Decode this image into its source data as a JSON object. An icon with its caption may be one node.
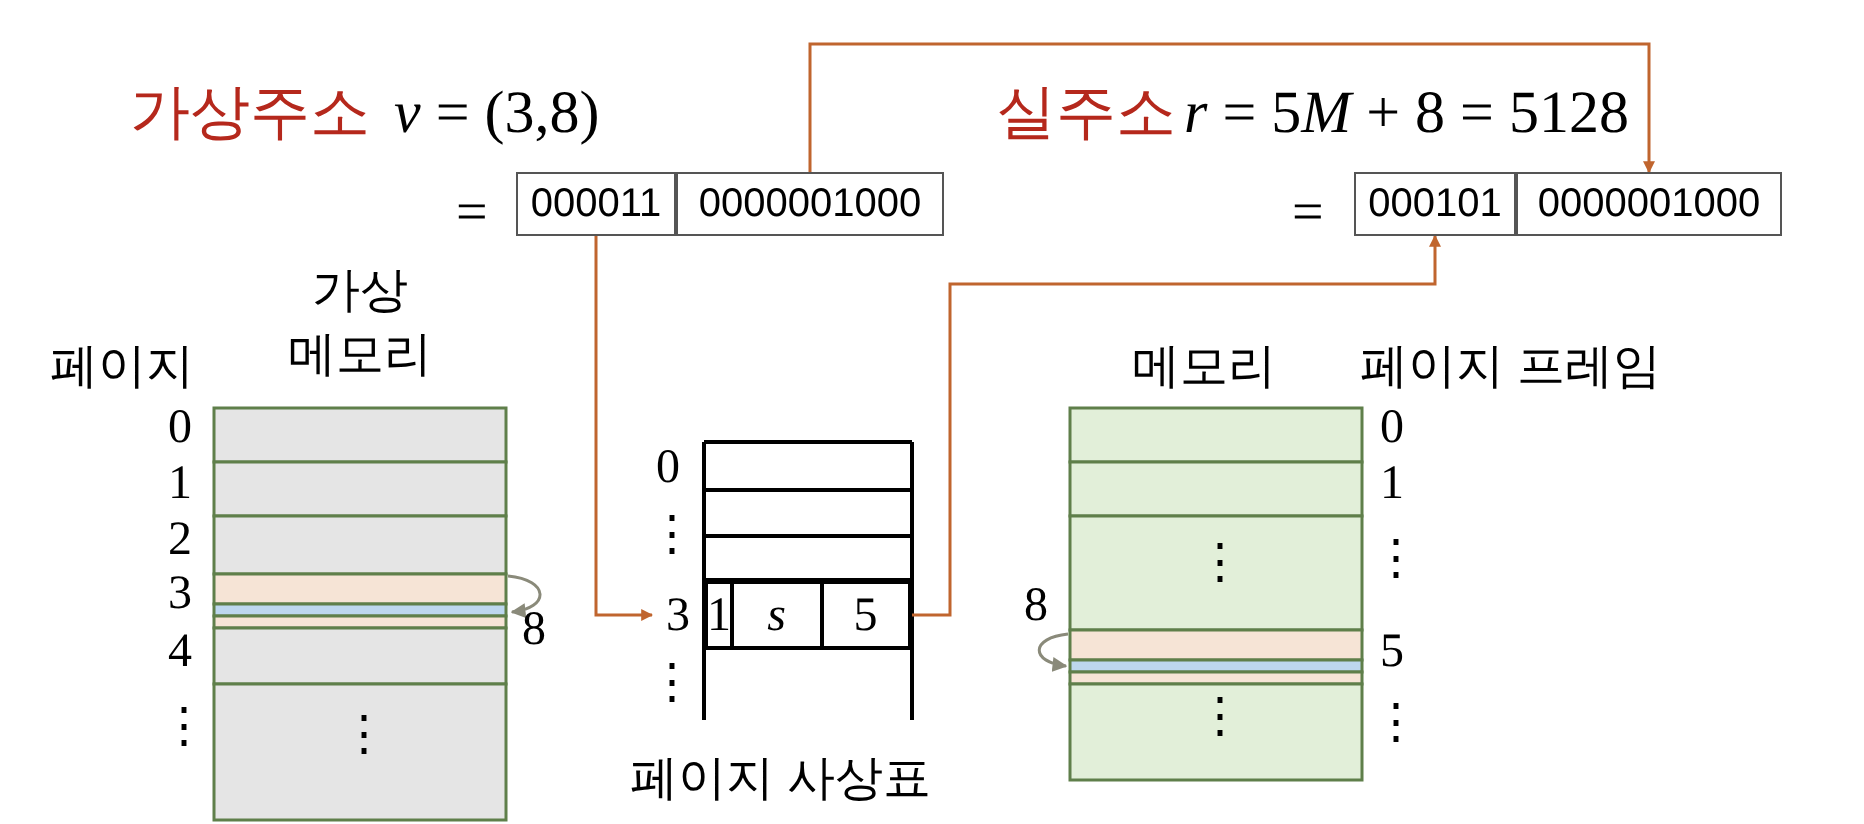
{
  "diagram": {
    "nodes": [
      {
        "text": [
          "000011"
        ]
      },
      {
        "text": [
          "0000001000"
        ]
      },
      {
        "text": [
          "000101"
        ]
      },
      {
        "text": [
          "0000001000"
        ]
      },
      {
        "text": [
          "1",
          "s",
          "5"
        ],
        "beside": [
          "3"
        ]
      }
    ],
    "edges": [
      {
        "from": 0,
        "to": 4,
        "arrow": "to"
      },
      {
        "from": 1,
        "to": 3,
        "arrow": "to"
      },
      {
        "from": 4,
        "to": 2,
        "arrow": "to"
      }
    ],
    "labels": [
      "가상주소",
      "*v* = (3,8)",
      "=",
      "실주소",
      "*r* = 5",
      "*M* + 8 = 5128",
      "=",
      "페이지",
      "가상 메모리",
      "0",
      "1",
      "2",
      "3",
      "4",
      "⋮",
      "⋮",
      "8",
      "0",
      "⋮",
      "⋮",
      "페이지 사상표",
      "메모리",
      "페이지 프레임",
      "⋮",
      "⋮",
      "8",
      "0",
      "1",
      "⋮",
      "5",
      "⋮"
    ]
  }
}
